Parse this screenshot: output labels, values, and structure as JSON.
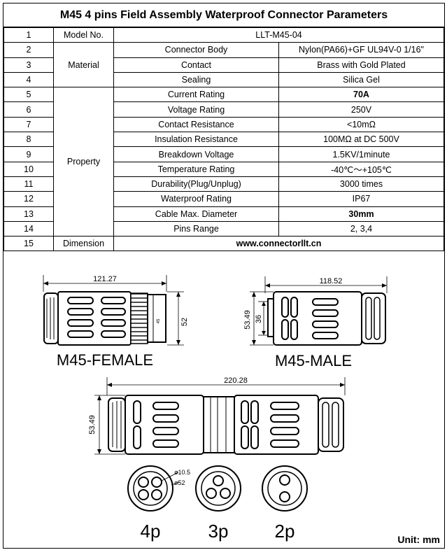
{
  "title": "M45 4 pins Field Assembly Waterproof Connector Parameters",
  "rows": [
    {
      "num": "1",
      "category": "Model No.",
      "name": "",
      "value": "LLT-M45-04"
    },
    {
      "num": "2",
      "category": "Material",
      "name": "Connector Body",
      "value": "Nylon(PA66)+GF UL94V-0 1/16\""
    },
    {
      "num": "3",
      "name": "Contact",
      "value": "Brass with Gold Plated"
    },
    {
      "num": "4",
      "name": "Sealing",
      "value": "Silica Gel"
    },
    {
      "num": "5",
      "category": "Property",
      "name": "Current Rating",
      "value": "70A"
    },
    {
      "num": "6",
      "name": "Voltage Rating",
      "value": "250V"
    },
    {
      "num": "7",
      "name": "Contact Resistance",
      "value": "<10mΩ"
    },
    {
      "num": "8",
      "name": "Insulation Resistance",
      "value": "100MΩ at DC 500V"
    },
    {
      "num": "9",
      "name": "Breakdown Voltage",
      "value": "1.5KV/1minute"
    },
    {
      "num": "10",
      "name": "Temperature Rating",
      "value": "-40℃～+105℃"
    },
    {
      "num": "11",
      "name": "Durability(Plug/Unplug)",
      "value": "3000 times"
    },
    {
      "num": "12",
      "name": "Waterproof Rating",
      "value": "IP67"
    },
    {
      "num": "13",
      "name": "Cable Max. Diameter",
      "value": "30mm"
    },
    {
      "num": "14",
      "name": "Pins Range",
      "value": "2, 3,4"
    },
    {
      "num": "15",
      "category": "Dimension",
      "value": "www.connectorllt.cn"
    }
  ],
  "drawing": {
    "female_label": "M45-FEMALE",
    "male_label": "M45-MALE",
    "female_length": "121.27",
    "female_height": "52",
    "female_mark": "45",
    "male_length": "118.52",
    "male_height_outer": "53.49",
    "male_height_inner": "36",
    "assembly_length": "220.28",
    "assembly_height": "53.49",
    "pin_dia": "ø10.5",
    "face_dia": "ø52",
    "face_4p": "4p",
    "face_3p": "3p",
    "face_2p": "2p",
    "unit": "Unit: mm"
  },
  "colors": {
    "accent_blue": "#1f3fb0"
  }
}
